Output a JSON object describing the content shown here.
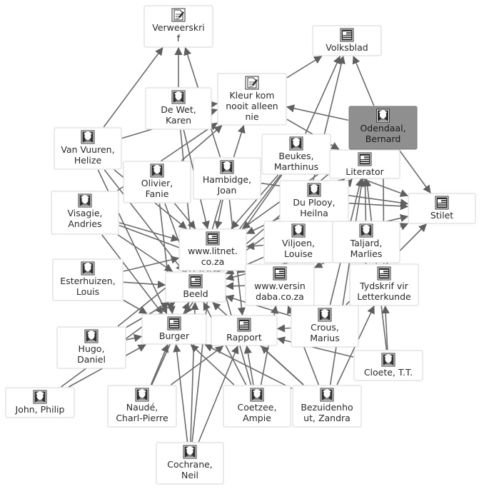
{
  "nodes": [
    {
      "id": "verweerskrif",
      "lines": [
        "Verweerskri",
        "f"
      ],
      "kind": "document"
    },
    {
      "id": "volksblad",
      "lines": [
        "Volksblad"
      ],
      "kind": "publication"
    },
    {
      "id": "kleur",
      "lines": [
        "Kleur kom",
        "nooit alleen",
        "nie"
      ],
      "kind": "document"
    },
    {
      "id": "odendaal",
      "lines": [
        "Odendaal,",
        "Bernard"
      ],
      "kind": "person",
      "highlighted": true
    },
    {
      "id": "dewet",
      "lines": [
        "De Wet,",
        "Karen"
      ],
      "kind": "person"
    },
    {
      "id": "vanvuuren",
      "lines": [
        "Van Vuuren,",
        "Helize"
      ],
      "kind": "person"
    },
    {
      "id": "beukes",
      "lines": [
        "Beukes,",
        "Marthinus"
      ],
      "kind": "person"
    },
    {
      "id": "literator",
      "lines": [
        "Literator"
      ],
      "kind": "publication"
    },
    {
      "id": "olivier",
      "lines": [
        "Olivier,",
        "Fanie"
      ],
      "kind": "person"
    },
    {
      "id": "hambidge",
      "lines": [
        "Hambidge,",
        "Joan"
      ],
      "kind": "person"
    },
    {
      "id": "duplooy",
      "lines": [
        "Du Plooy,",
        "Heilna"
      ],
      "kind": "person"
    },
    {
      "id": "stilet",
      "lines": [
        "Stilet"
      ],
      "kind": "publication"
    },
    {
      "id": "visagie",
      "lines": [
        "Visagie,",
        "Andries"
      ],
      "kind": "person"
    },
    {
      "id": "litnet",
      "lines": [
        "www.litnet.",
        "co.za"
      ],
      "kind": "publication"
    },
    {
      "id": "viljoen",
      "lines": [
        "Viljoen,",
        "Louise"
      ],
      "kind": "person"
    },
    {
      "id": "taljard",
      "lines": [
        "Taljard,",
        "Marlies"
      ],
      "kind": "person"
    },
    {
      "id": "esterhuizen",
      "lines": [
        "Esterhuizen,",
        "Louis"
      ],
      "kind": "person"
    },
    {
      "id": "beeld",
      "lines": [
        "Beeld"
      ],
      "kind": "publication"
    },
    {
      "id": "versindaba",
      "lines": [
        "www.versin",
        "daba.co.za"
      ],
      "kind": "publication"
    },
    {
      "id": "tydskrif",
      "lines": [
        "Tydskrif vir",
        "Letterkunde"
      ],
      "kind": "publication"
    },
    {
      "id": "burger",
      "lines": [
        "Burger"
      ],
      "kind": "publication"
    },
    {
      "id": "rapport",
      "lines": [
        "Rapport"
      ],
      "kind": "publication"
    },
    {
      "id": "crous",
      "lines": [
        "Crous,",
        "Marius"
      ],
      "kind": "person"
    },
    {
      "id": "hugo",
      "lines": [
        "Hugo,",
        "Daniel"
      ],
      "kind": "person"
    },
    {
      "id": "cloete",
      "lines": [
        "Cloete, T.T."
      ],
      "kind": "person"
    },
    {
      "id": "john",
      "lines": [
        "John, Philip"
      ],
      "kind": "person"
    },
    {
      "id": "naude",
      "lines": [
        "Naudé,",
        "Charl-Pierre"
      ],
      "kind": "person"
    },
    {
      "id": "coetzee",
      "lines": [
        "Coetzee,",
        "Ampie"
      ],
      "kind": "person"
    },
    {
      "id": "bezuidenhout",
      "lines": [
        "Bezuidenho",
        "ut, Zandra"
      ],
      "kind": "person"
    },
    {
      "id": "cochrane",
      "lines": [
        "Cochrane,",
        "Neil"
      ],
      "kind": "person"
    }
  ],
  "edges": [
    [
      "vanvuuren",
      "verweerskrif"
    ],
    [
      "vanvuuren",
      "kleur"
    ],
    [
      "vanvuuren",
      "litnet"
    ],
    [
      "vanvuuren",
      "beeld"
    ],
    [
      "vanvuuren",
      "burger"
    ],
    [
      "dewet",
      "verweerskrif"
    ],
    [
      "dewet",
      "litnet"
    ],
    [
      "dewet",
      "beeld"
    ],
    [
      "dewet",
      "kleur"
    ],
    [
      "olivier",
      "kleur"
    ],
    [
      "olivier",
      "litnet"
    ],
    [
      "olivier",
      "beeld"
    ],
    [
      "olivier",
      "burger"
    ],
    [
      "hambidge",
      "verweerskrif"
    ],
    [
      "hambidge",
      "kleur"
    ],
    [
      "hambidge",
      "litnet"
    ],
    [
      "hambidge",
      "beeld"
    ],
    [
      "hambidge",
      "rapport"
    ],
    [
      "hambidge",
      "stilet"
    ],
    [
      "visagie",
      "kleur"
    ],
    [
      "visagie",
      "litnet"
    ],
    [
      "visagie",
      "beeld"
    ],
    [
      "visagie",
      "burger"
    ],
    [
      "visagie",
      "versindaba"
    ],
    [
      "esterhuizen",
      "beeld"
    ],
    [
      "esterhuizen",
      "burger"
    ],
    [
      "esterhuizen",
      "litnet"
    ],
    [
      "hugo",
      "beeld"
    ],
    [
      "hugo",
      "burger"
    ],
    [
      "hugo",
      "litnet"
    ],
    [
      "john",
      "burger"
    ],
    [
      "john",
      "beeld"
    ],
    [
      "naude",
      "beeld"
    ],
    [
      "naude",
      "litnet"
    ],
    [
      "naude",
      "burger"
    ],
    [
      "naude",
      "rapport"
    ],
    [
      "cochrane",
      "burger"
    ],
    [
      "cochrane",
      "beeld"
    ],
    [
      "cochrane",
      "rapport"
    ],
    [
      "cochrane",
      "litnet"
    ],
    [
      "coetzee",
      "rapport"
    ],
    [
      "coetzee",
      "beeld"
    ],
    [
      "coetzee",
      "litnet"
    ],
    [
      "coetzee",
      "versindaba"
    ],
    [
      "coetzee",
      "burger"
    ],
    [
      "bezuidenhout",
      "rapport"
    ],
    [
      "bezuidenhout",
      "beeld"
    ],
    [
      "bezuidenhout",
      "versindaba"
    ],
    [
      "bezuidenhout",
      "literator"
    ],
    [
      "bezuidenhout",
      "tydskrif"
    ],
    [
      "bezuidenhout",
      "burger"
    ],
    [
      "cloete",
      "literator"
    ],
    [
      "cloete",
      "tydskrif"
    ],
    [
      "cloete",
      "rapport"
    ],
    [
      "crous",
      "rapport"
    ],
    [
      "crous",
      "literator"
    ],
    [
      "crous",
      "tydskrif"
    ],
    [
      "crous",
      "beeld"
    ],
    [
      "crous",
      "stilet"
    ],
    [
      "viljoen",
      "litnet"
    ],
    [
      "viljoen",
      "literator"
    ],
    [
      "viljoen",
      "stilet"
    ],
    [
      "viljoen",
      "beeld"
    ],
    [
      "viljoen",
      "volksblad"
    ],
    [
      "taljard",
      "literator"
    ],
    [
      "taljard",
      "stilet"
    ],
    [
      "taljard",
      "beeld"
    ],
    [
      "taljard",
      "versindaba"
    ],
    [
      "duplooy",
      "literator"
    ],
    [
      "duplooy",
      "stilet"
    ],
    [
      "duplooy",
      "litnet"
    ],
    [
      "duplooy",
      "beeld"
    ],
    [
      "duplooy",
      "tydskrif"
    ],
    [
      "beukes",
      "literator"
    ],
    [
      "beukes",
      "stilet"
    ],
    [
      "beukes",
      "litnet"
    ],
    [
      "beukes",
      "beeld"
    ],
    [
      "beukes",
      "volksblad"
    ],
    [
      "beukes",
      "burger"
    ],
    [
      "odendaal",
      "volksblad"
    ],
    [
      "odendaal",
      "kleur"
    ],
    [
      "odendaal",
      "literator"
    ],
    [
      "odendaal",
      "stilet"
    ],
    [
      "odendaal",
      "tydskrif"
    ],
    [
      "odendaal",
      "beeld"
    ],
    [
      "odendaal",
      "litnet"
    ],
    [
      "kleur",
      "volksblad"
    ],
    [
      "kleur",
      "literator"
    ],
    [
      "versindaba",
      "beeld"
    ]
  ]
}
